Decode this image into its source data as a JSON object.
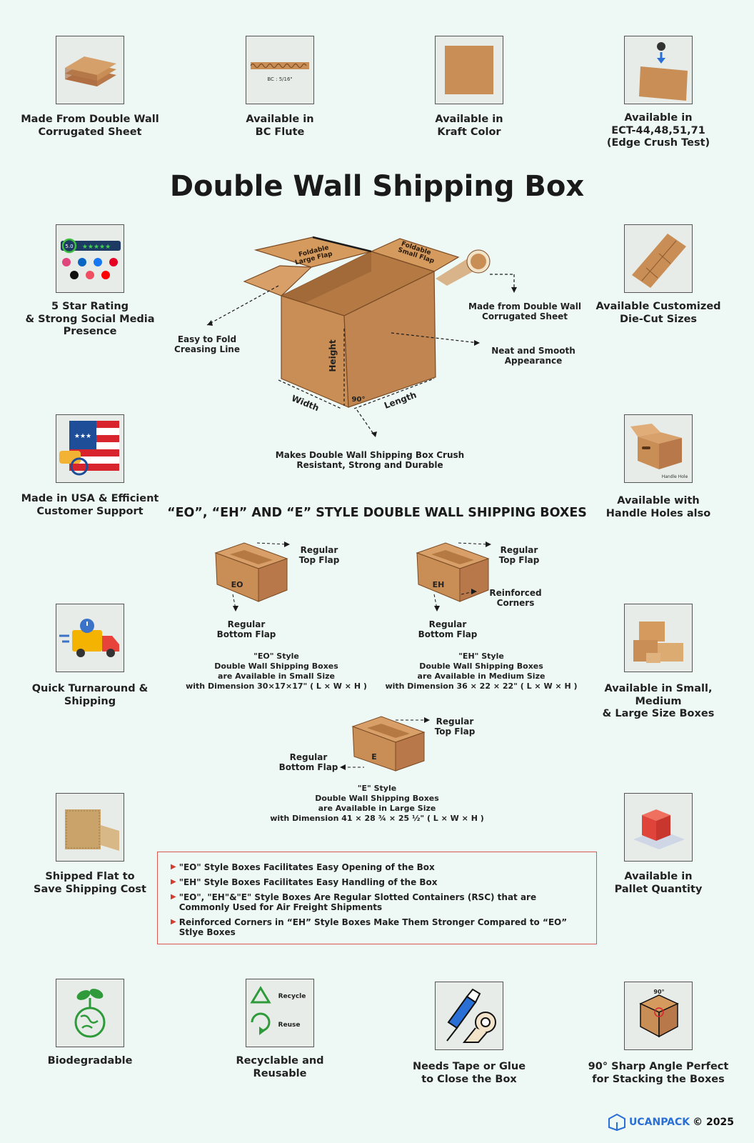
{
  "title": "Double Wall Shipping Box",
  "subtitle": "“EO”, “EH” AND “E” STYLE DOUBLE WALL SHIPPING BOXES",
  "features": {
    "double_wall": "Made From Double Wall\nCorrugated Sheet",
    "bc_flute": "Available in\nBC Flute",
    "bc_flute_tag": "BC : 5/16\"",
    "kraft": "Available in\nKraft Color",
    "ect": "Available in\nECT-44,48,51,71\n(Edge Crush Test)",
    "rating": "5 Star Rating\n& Strong Social Media\nPresence",
    "rating_value": "5.0",
    "die_cut": "Available Customized\nDie-Cut Sizes",
    "usa": "Made in USA & Efficient\nCustomer Support",
    "handle": "Available with\nHandle Holes also",
    "handle_tag": "Handle Hole",
    "turnaround": "Quick Turnaround &\nShipping",
    "sizes": "Available in Small, Medium\n& Large Size Boxes",
    "flat": "Shipped Flat to\nSave Shipping Cost",
    "pallet": "Available in\nPallet Quantity",
    "biodegradable": "Biodegradable",
    "recycle": "Recyclable and\nReusable",
    "recycle_label": "Recycle",
    "reuse_label": "Reuse",
    "tape": "Needs Tape or Glue\nto Close the Box",
    "angle": "90° Sharp Angle Perfect\nfor Stacking the Boxes",
    "angle_tag": "90°"
  },
  "main_box": {
    "large_flap": "Foldable\nLarge Flap",
    "small_flap": "Foldable\nSmall Flap",
    "made_from": "Made from Double Wall\nCorrugated Sheet",
    "fold_line": "Easy to Fold\nCreasing Line",
    "smooth": "Neat and Smooth\nAppearance",
    "height": "Height",
    "width": "Width",
    "length": "Length",
    "angle": "90°",
    "crush": "Makes Double Wall Shipping Box Crush\nResistant, Strong and Durable"
  },
  "styles": {
    "eo": {
      "tag": "EO",
      "top": "Regular\nTop Flap",
      "bottom": "Regular\nBottom Flap",
      "desc": "\"EO\" Style\nDouble Wall Shipping Boxes\nare Available in Small Size\nwith Dimension 30×17×17\" ( L × W × H )"
    },
    "eh": {
      "tag": "EH",
      "top": "Regular\nTop Flap",
      "corners": "Reinforced\nCorners",
      "bottom": "Regular\nBottom Flap",
      "desc": "\"EH\" Style\nDouble Wall Shipping Boxes\nare Available in Medium Size\nwith Dimension 36 × 22 × 22\" ( L × W × H )"
    },
    "e": {
      "tag": "E",
      "top": "Regular\nTop Flap",
      "bottom": "Regular\nBottom Flap",
      "desc": "\"E\" Style\nDouble Wall Shipping Boxes\nare Available in Large Size\nwith Dimension 41 × 28 ¾ × 25 ½\" ( L × W × H )"
    }
  },
  "notes": [
    "\"EO\" Style Boxes Facilitates Easy Opening of the Box",
    "\"EH\" Style Boxes Facilitates Easy Handling of the Box",
    "\"EO\", \"EH\"&\"E\" Style Boxes Are Regular Slotted Containers (RSC) that are Commonly Used for Air Freight Shipments",
    "Reinforced Corners in “EH” Style Boxes Make Them Stronger Compared to “EO” Stlye Boxes"
  ],
  "brand": {
    "name": "UCANPACK",
    "copyright": "© 2025"
  },
  "colors": {
    "background": "#eef8f4",
    "kraft": "#c98e55",
    "accent_red": "#d9584f"
  }
}
